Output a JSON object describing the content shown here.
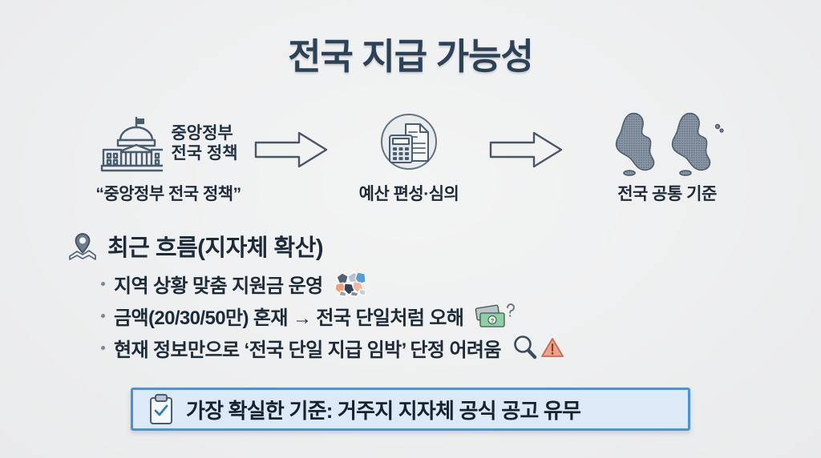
{
  "slide": {
    "title": "전국 지급 가능성",
    "background_color": "#eeeff0",
    "title_color": "#2e4257"
  },
  "flow": {
    "nodes": [
      {
        "id": "central-government",
        "icon": "capitol-building-icon",
        "label": "중앙정부\n전국 정책",
        "caption": "“중앙정부 전국 정책”"
      },
      {
        "id": "budget-review",
        "icon": "calculator-document-icon",
        "label": "",
        "caption": "예산 편성·심의"
      },
      {
        "id": "nationwide-standard",
        "icon": "korea-map-icon",
        "label": "",
        "caption": "전국 공통 기준"
      }
    ],
    "arrows": [
      {
        "id": "arrow-1",
        "icon": "right-arrow-icon"
      },
      {
        "id": "arrow-2",
        "icon": "right-arrow-icon"
      }
    ]
  },
  "section": {
    "icon": "map-pin-icon",
    "heading": "최근 흐름(지자체 확산)",
    "bullets": [
      {
        "text": "지역 상황 맞춤 지원금 운영",
        "icons": [
          "regional-map-icon"
        ]
      },
      {
        "text": "금액(20/30/50만) 혼재 → 전국 단일처럼 오해",
        "icons": [
          "money-bills-icon",
          "question-mark-icon"
        ]
      },
      {
        "text": "현재 정보만으로 ‘전국 단일 지급 임박’ 단정 어려움",
        "icons": [
          "magnifier-icon",
          "warning-triangle-icon"
        ]
      }
    ]
  },
  "callout": {
    "icon": "clipboard-check-icon",
    "text": "가장 확실한 기준: 거주지 지자체 공식 공고 유무",
    "border_color": "#4b93d6",
    "fill_color": "#dce9f6"
  }
}
